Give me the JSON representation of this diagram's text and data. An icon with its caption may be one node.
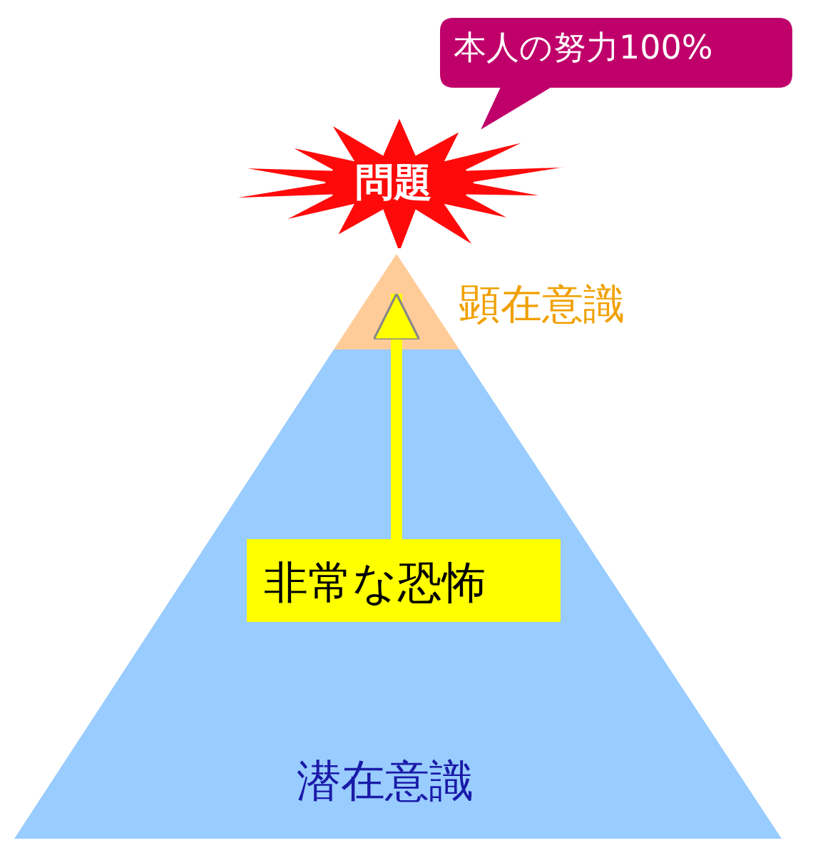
{
  "diagram": {
    "nodes": [
      {
        "text": [
          "本人の努力100%"
        ]
      },
      {
        "text": [
          "問題"
        ]
      },
      {
        "text": [
          "顕在意識"
        ]
      },
      {
        "text": [
          "潜在意識"
        ]
      },
      {
        "text": [
          "非常な恐怖"
        ],
        "in": 3
      }
    ],
    "edges": [
      {
        "from": 4,
        "to": 2,
        "arrow": "to",
        "color": "#ffff00"
      }
    ]
  }
}
